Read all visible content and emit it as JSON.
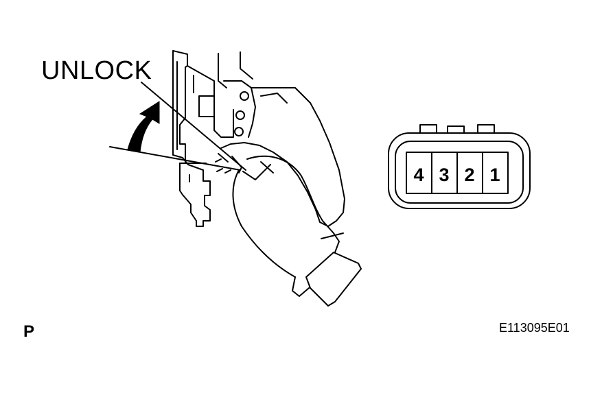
{
  "callout": {
    "unlock": "UNLOCK"
  },
  "view_letter": "P",
  "figure_code": "E113095E01",
  "connector": {
    "pins": [
      "4",
      "3",
      "2",
      "1"
    ]
  },
  "colors": {
    "line": "#000000",
    "background": "#ffffff"
  }
}
